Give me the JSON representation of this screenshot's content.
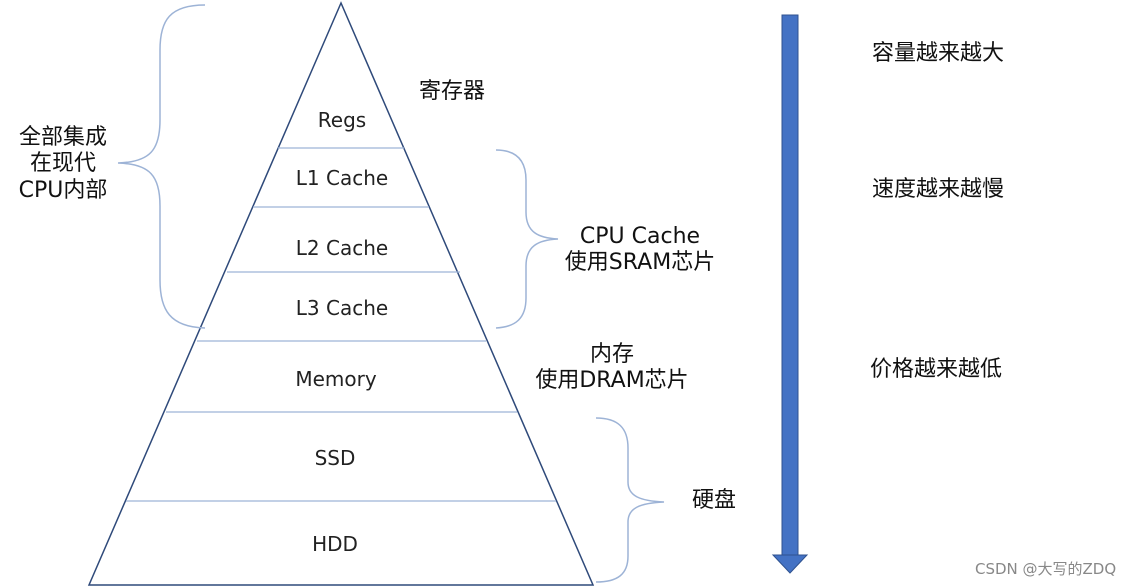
{
  "pyramid": {
    "tiers": [
      "Regs",
      "L1 Cache",
      "L2 Cache",
      "L3 Cache",
      "Memory",
      "SSD",
      "HDD"
    ]
  },
  "annotations": {
    "left_group": [
      "全部集成",
      "在现代",
      "CPU内部"
    ],
    "registers": "寄存器",
    "cpu_cache": [
      "CPU Cache",
      "使用SRAM芯片"
    ],
    "memory": [
      "内存",
      "使用DRAM芯片"
    ],
    "disk": "硬盘"
  },
  "trends": [
    "容量越来越大",
    "速度越来越慢",
    "价格越来越低"
  ],
  "colors": {
    "arrow": "#4472C4",
    "brace": "#9DB3D6",
    "lines": "#2F4A7A"
  },
  "watermark": "CSDN @大写的ZDQ"
}
